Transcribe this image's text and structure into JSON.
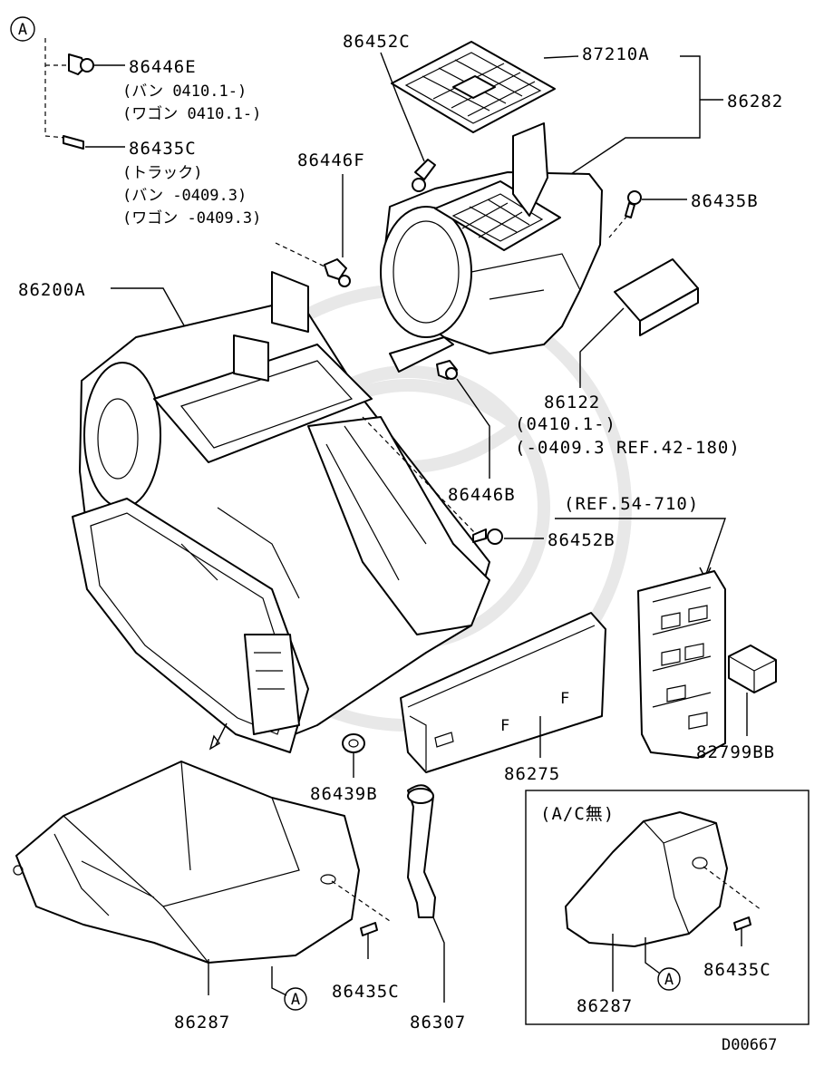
{
  "figure_id": "D00667",
  "markers": {
    "a": "A"
  },
  "labels": {
    "p86446E": "86446E",
    "p86446E_note1": "(バン 0410.1-)",
    "p86446E_note2": "(ワゴン 0410.1-)",
    "p86435C_top": "86435C",
    "p86435C_note1": "(トラック)",
    "p86435C_note2": "(バン -0409.3)",
    "p86435C_note3": "(ワゴン -0409.3)",
    "p86452C": "86452C",
    "p87210A": "87210A",
    "p86282": "86282",
    "p86446F": "86446F",
    "p86435B": "86435B",
    "p86200A": "86200A",
    "p86122": "86122",
    "p86122_note1": "(0410.1-)",
    "p86122_note2": "(-0409.3 REF.42-180)",
    "p86446B": "86446B",
    "ref_54_710": "(REF.54-710)",
    "p86452B": "86452B",
    "p82799BB": "82799BB",
    "p86439B": "86439B",
    "p86275": "86275",
    "inset_title": "(A/C無)",
    "p86287_left": "86287",
    "p86435C_mid": "86435C",
    "p86307": "86307",
    "p86287_inset": "86287",
    "p86435C_inset": "86435C"
  }
}
